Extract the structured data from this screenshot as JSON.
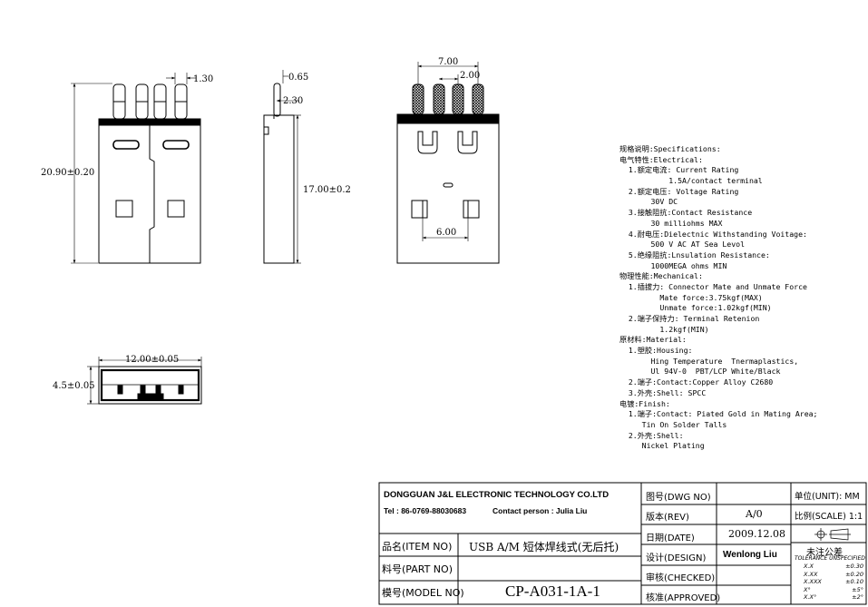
{
  "dimensions": {
    "side_height": "20.90±0.20",
    "pin_width": "1.30",
    "profile_thickness": "0.65",
    "profile_offset": "2.30",
    "body_height": "17.00±0.2",
    "pin_span": "7.00",
    "pin_pitch": "2.00",
    "window_span": "6.00",
    "face_width": "12.00±0.05",
    "face_height": "4.5±0.05"
  },
  "specifications": [
    "规格说明:Specifications:",
    "电气特性:Electrical:",
    "  1.额定电流: Current Rating",
    "           1.5A/contact terminal",
    "  2.额定电压: Voltage Rating",
    "       30V DC",
    "  3.接触阻抗:Contact Resistance",
    "       30 milliohms MAX",
    "  4.耐电压:Dielectnic Withstanding Voitage:",
    "       500 V AC AT Sea Levol",
    "  5.绝缘阻抗:Lnsulation Resistance:",
    "       1000MEGA ohms MIN",
    "物理性能:Mechanical:",
    "  1.插拔力: Connector Mate and Unmate Force",
    "         Mate force:3.75kgf(MAX)",
    "         Unmate force:1.02kgf(MIN)",
    "  2.端子保持力: Terminal Retenion",
    "         1.2kgf(MIN)",
    "原材料:Material:",
    "  1.塑胶:Housing:",
    "       Hing Temperature  Tnermaplastics,",
    "       Ul 94V-0  PBT/LCP White/Black",
    "  2.端子:Contact:Copper Alloy C2680",
    "  3.外壳:Shell: SPCC",
    "电镀:Finish:",
    "  1.端子:Contact: Piated Gold in Mating Area;",
    "     Tin On Solder Talls",
    "  2.外壳:Shell:",
    "     Nickel Plating"
  ],
  "title_block": {
    "company": "DONGGUAN J&L ELECTRONIC TECHNOLOGY CO.LTD",
    "tel": "Tel : 86-0769-88030683",
    "contact": "Contact person : Julia Liu",
    "item_label": "品名(ITEM NO)",
    "item_value": "USB A/M 短体焊线式(无后托)",
    "part_label": "料号(PART NO)",
    "part_value": "",
    "model_label": "模号(MODEL NO)",
    "model_value": "CP-A031-1A-1",
    "dwg_label": "图号(DWG NO)",
    "dwg_value": "",
    "rev_label": "版本(REV)",
    "rev_value": "A/0",
    "date_label": "日期(DATE)",
    "date_value": "2009.12.08",
    "design_label": "设计(DESIGN)",
    "design_value": "Wenlong Liu",
    "checked_label": "审核(CHECKED)",
    "checked_value": "",
    "approved_label": "核准(APPROVED)",
    "approved_value": "",
    "unit_label": "单位(UNIT): MM",
    "scale_label": "比例(SCALE) 1:1",
    "tolerance_title": "未注公差",
    "tolerance_subtitle": "TOLERANCE UNSPECIFIED",
    "tolerances": [
      {
        "k": "X.X",
        "v": "±0.30"
      },
      {
        "k": "X.XX",
        "v": "±0.20"
      },
      {
        "k": "X.XXX",
        "v": "±0.10"
      },
      {
        "k": "X°",
        "v": "±5°"
      },
      {
        "k": "X.X°",
        "v": "±2°"
      }
    ]
  },
  "colors": {
    "line": "#000000",
    "background": "#ffffff"
  }
}
